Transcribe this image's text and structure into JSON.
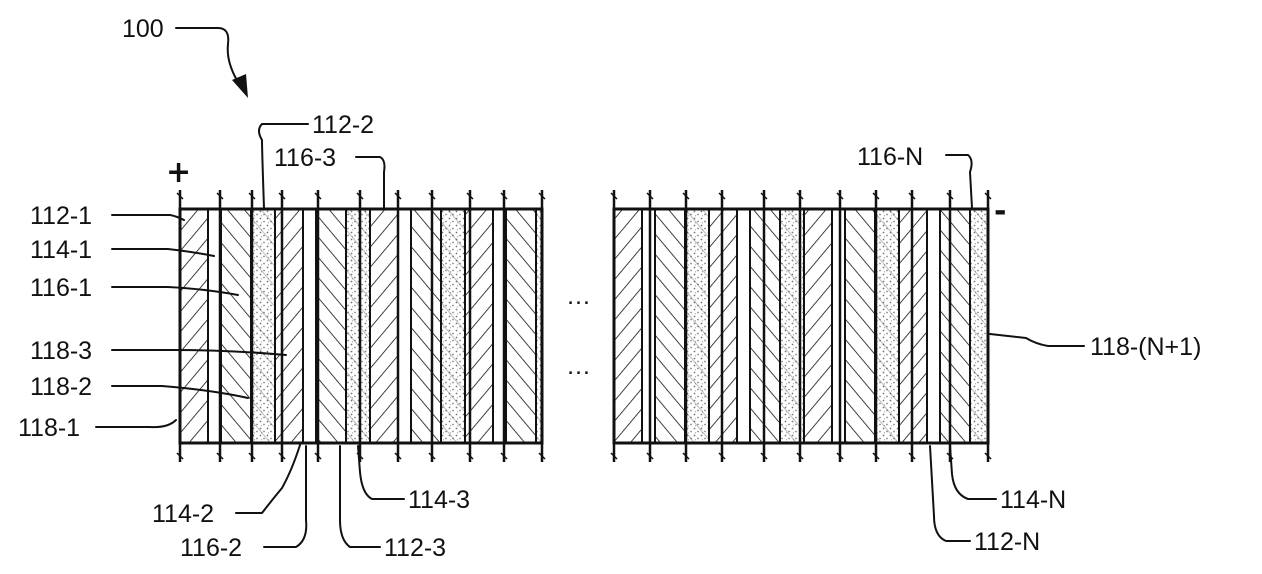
{
  "figure": {
    "reference": "100",
    "polarity": {
      "positive": "+",
      "negative": "-"
    },
    "ellipsis": {
      "top": "…",
      "bottom": "…"
    },
    "labels": {
      "l112_1": "112-1",
      "l112_2": "112-2",
      "l112_3": "112-3",
      "l112_N": "112-N",
      "l114_1": "114-1",
      "l114_2": "114-2",
      "l114_3": "114-3",
      "l114_N": "114-N",
      "l116_1": "116-1",
      "l116_2": "116-2",
      "l116_3": "116-3",
      "l116_N": "116-N",
      "l118_1": "118-1",
      "l118_2": "118-2",
      "l118_3": "118-3",
      "l118_N1": "118-(N+1)"
    }
  }
}
